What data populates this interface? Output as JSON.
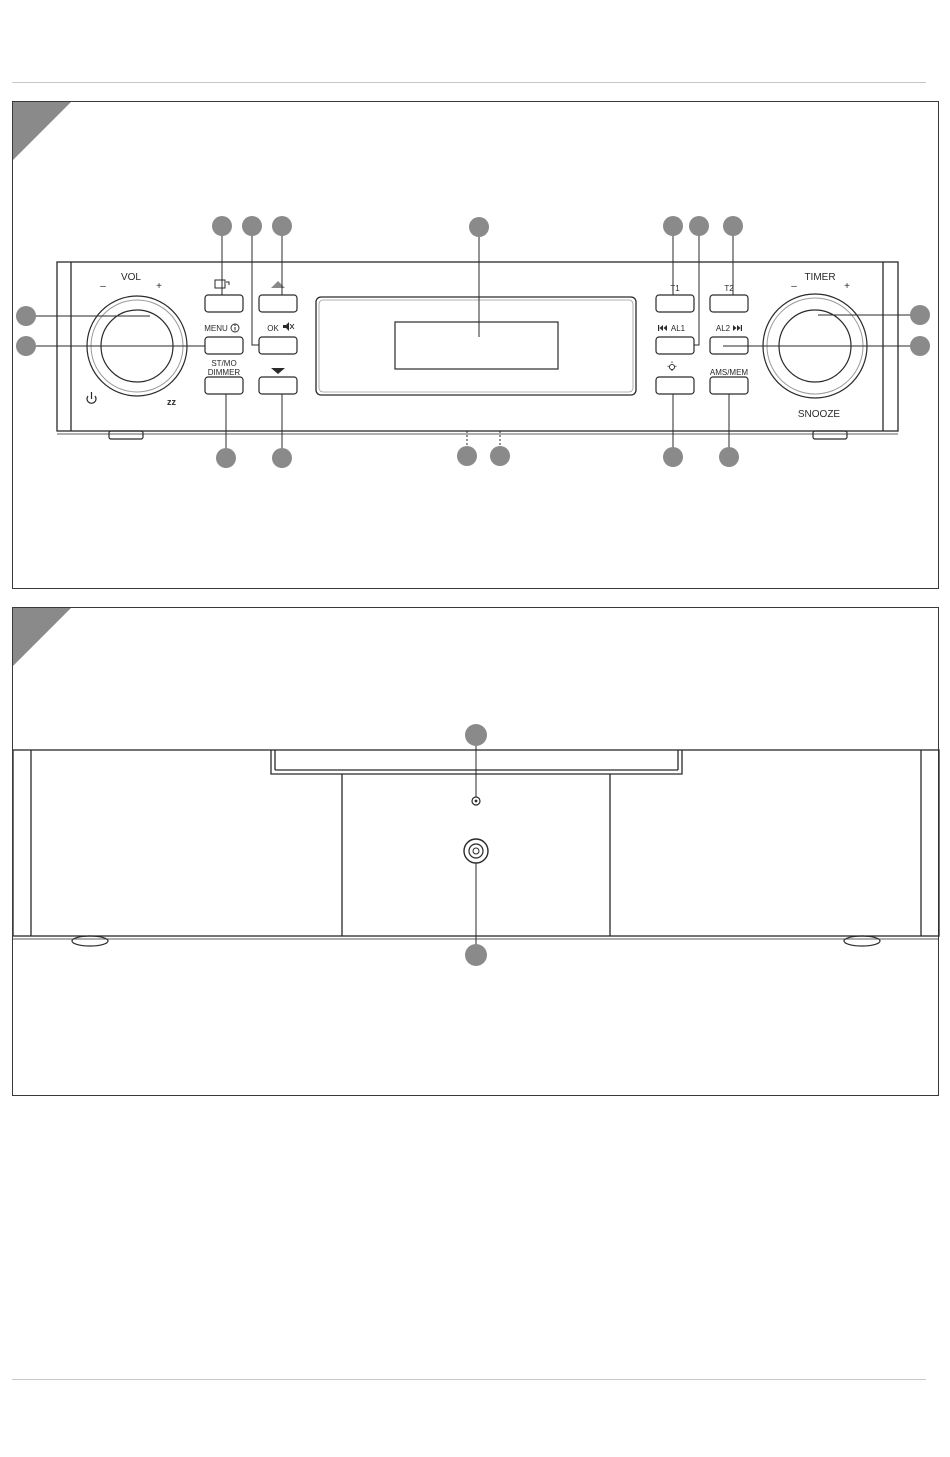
{
  "figure1": {
    "vol_label": "VOL",
    "vol_minus": "–",
    "vol_plus": "+",
    "timer_label": "TIMER",
    "timer_minus": "–",
    "timer_plus": "+",
    "snooze_label": "SNOOZE",
    "menu_label": "MENU",
    "ok_label": "OK",
    "stmo_label": "ST/MO",
    "dimmer_label": "DIMMER",
    "t1_label": "T1",
    "t2_label": "T2",
    "al1_label": "AL1",
    "al2_label": "AL2",
    "amsmem_label": "AMS/MEM",
    "icons": [
      "power-icon",
      "sleep-icon",
      "source-icon",
      "info-icon",
      "mute-icon",
      "up-arrow-icon",
      "down-arrow-icon",
      "previous-icon",
      "next-icon",
      "light-bulb-icon"
    ]
  },
  "figure2": {
    "icons": [
      "led-indicator-icon",
      "audio-jack-icon"
    ]
  },
  "colors": {
    "callout": "#8a8a8a",
    "line": "#2a2a2a",
    "corner": "#8a8a8a"
  }
}
